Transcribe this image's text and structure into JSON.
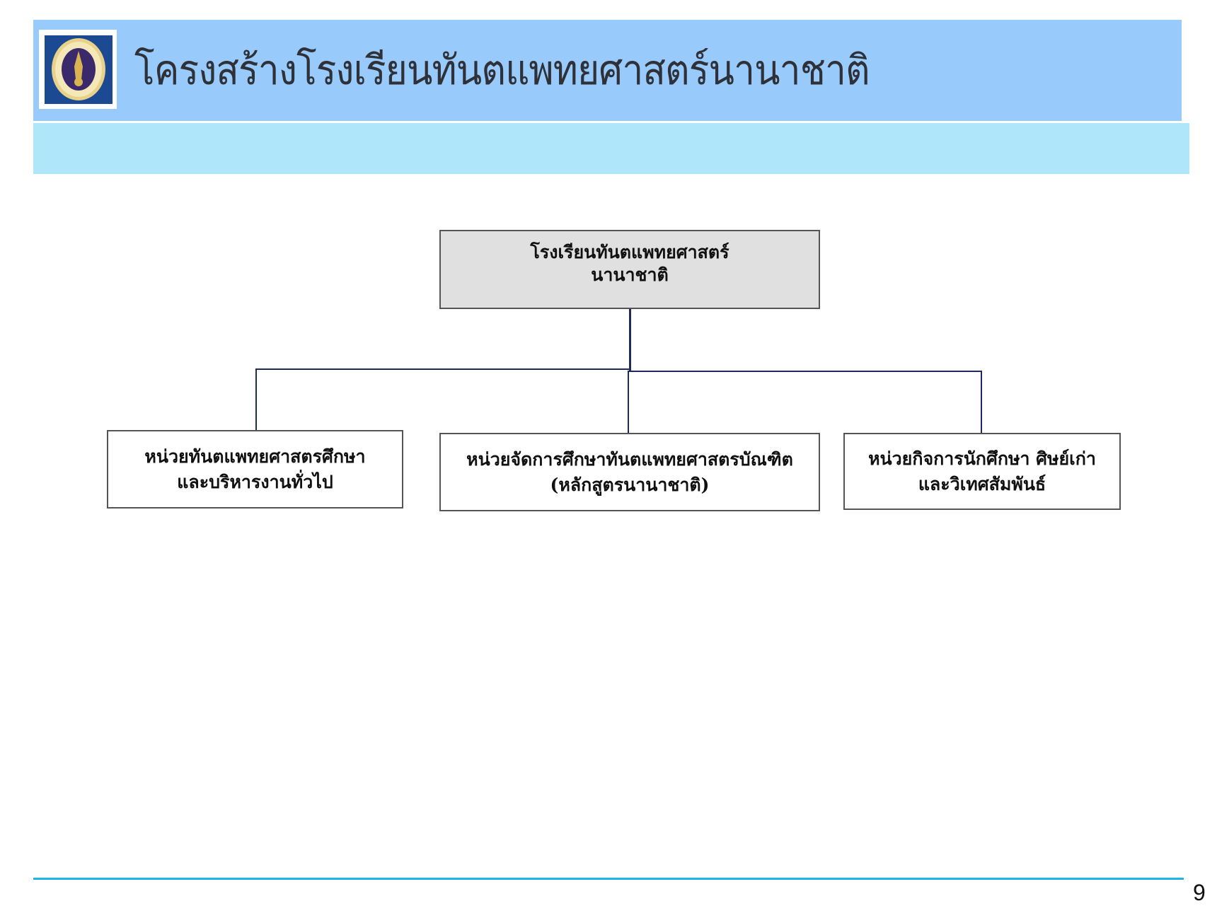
{
  "header": {
    "title": "โครงสร้างโรงเรียนทันตแพทยศาสตร์นานาชาติ",
    "logo": "university-seal"
  },
  "org_chart": {
    "root": {
      "lines": [
        "โรงเรียนทันตแพทยศาสตร์",
        "นานาชาติ"
      ]
    },
    "children": [
      {
        "lines": [
          "หน่วยทันตแพทยศาสตรศึกษา",
          "และบริหารงานทั่วไป"
        ]
      },
      {
        "lines": [
          "หน่วยจัดการศึกษาทันตแพทยศาสตรบัณฑิต",
          "(หลักสูตรนานาชาติ)"
        ]
      },
      {
        "lines": [
          "หน่วยกิจการนักศึกษา ศิษย์เก่า",
          "และวิเทศสัมพันธ์"
        ]
      }
    ]
  },
  "footer": {
    "page_number": "9"
  },
  "colors": {
    "header": "#99CAFC",
    "subheader": "#B0E6F9",
    "footer_line": "#1DB3E6",
    "connector": "#1F2A5C"
  }
}
